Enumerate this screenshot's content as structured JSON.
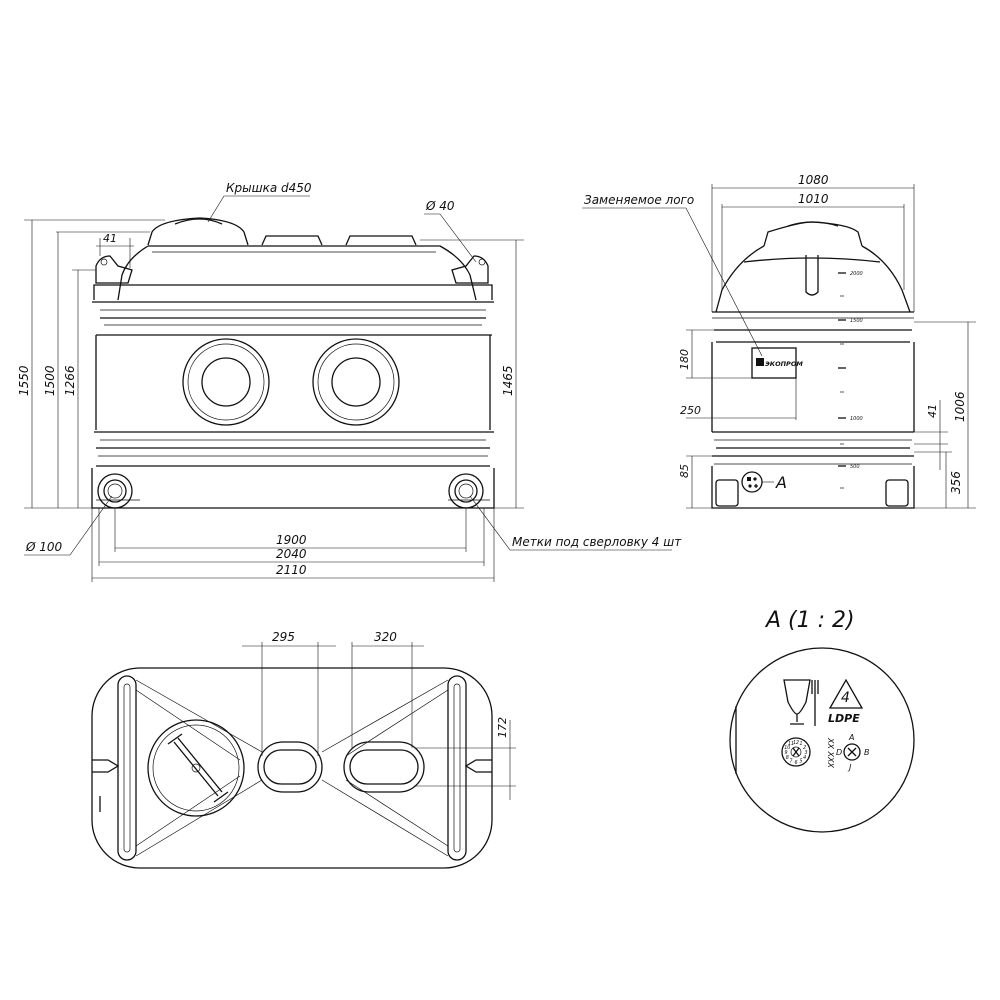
{
  "front_view": {
    "lid_label": "Крышка d450",
    "hole_label": "Ø 40",
    "dim_41": "41",
    "dim_1550": "1550",
    "dim_1500": "1500",
    "dim_1266": "1266",
    "dim_1465": "1465",
    "dim_1900": "1900",
    "dim_2040": "2040",
    "dim_2110": "2110",
    "foot_hole_label": "Ø 100",
    "drill_marks_label": "Метки под сверловку 4 шт"
  },
  "side_view": {
    "dim_1080": "1080",
    "dim_1010": "1010",
    "logo_label": "Заменяемое лого",
    "logo_text": "ЭКОПРОМ",
    "dim_180": "180",
    "dim_250": "250",
    "dim_85": "85",
    "dim_41": "41",
    "dim_1006": "1006",
    "dim_356": "356",
    "detail_marker": "A",
    "scale_marks": [
      "2000",
      "1500",
      "1000",
      "500"
    ]
  },
  "top_view": {
    "dim_295": "295",
    "dim_320": "320",
    "dim_172": "172"
  },
  "detail": {
    "title": "A (1 : 2)",
    "recycle_number": "4",
    "recycle_code": "LDPE",
    "clock_numbers": [
      "12",
      "1",
      "2",
      "3",
      "4",
      "5",
      "6",
      "7",
      "8",
      "9",
      "10",
      "11"
    ],
    "date_text": "XX XXX",
    "dial_letters": [
      "A",
      "B",
      "J",
      "D"
    ]
  }
}
